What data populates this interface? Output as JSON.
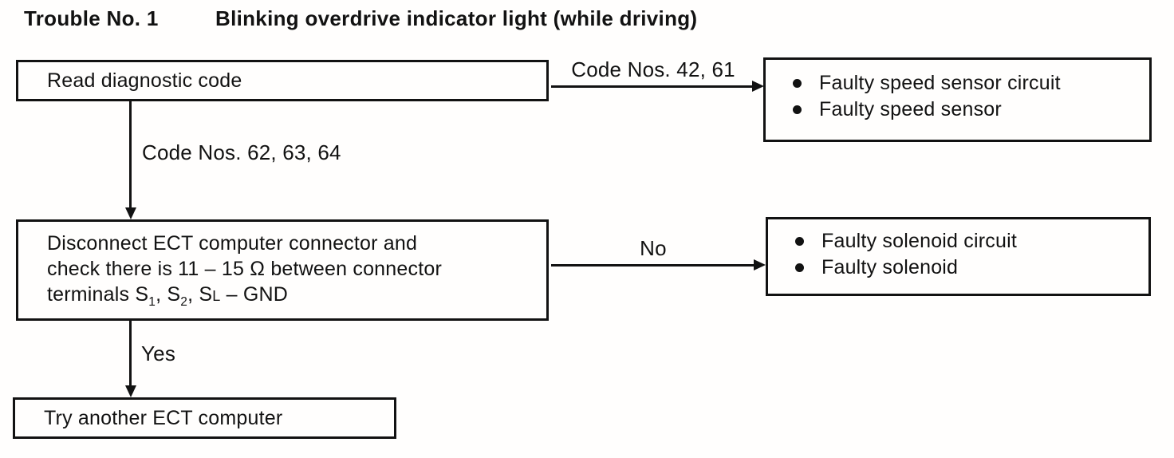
{
  "title": {
    "label": "Trouble No. 1",
    "heading": "Blinking overdrive indicator light (while driving)"
  },
  "colors": {
    "ink": "#121212",
    "paper": "#fffefd"
  },
  "flowchart": {
    "box_read_code": {
      "text": "Read diagnostic code"
    },
    "edge_codes_42_61": {
      "label": "Code Nos. 42, 61"
    },
    "box_speed_sensor": {
      "items": [
        "Faulty speed sensor circuit",
        "Faulty speed sensor"
      ]
    },
    "edge_codes_62_63_64": {
      "label": "Code Nos. 62, 63, 64"
    },
    "box_check_resistance": {
      "line1": "Disconnect ECT computer connector and",
      "line2": "check there is 11 – 15 Ω between connector",
      "line3": {
        "p1": "terminals S",
        "sub1": "1",
        "p2": ", S",
        "sub2": "2",
        "p3": ", S",
        "small_l": "L",
        "p4": " – GND"
      }
    },
    "edge_no": {
      "label": "No"
    },
    "box_solenoid": {
      "items": [
        "Faulty solenoid circuit",
        "Faulty solenoid"
      ]
    },
    "edge_yes": {
      "label": "Yes"
    },
    "box_try_computer": {
      "text": "Try another ECT computer"
    }
  }
}
